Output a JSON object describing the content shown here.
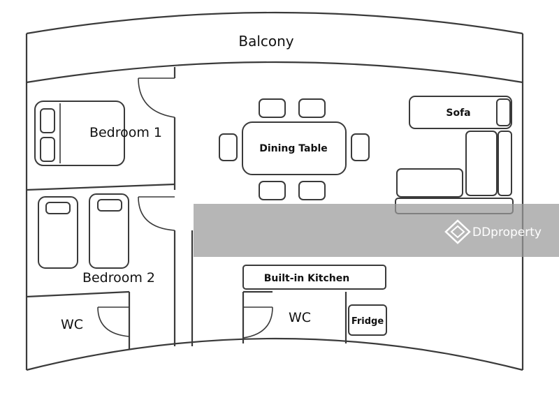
{
  "rooms": {
    "balcony": "Balcony",
    "bedroom1": "Bedroom 1",
    "bedroom2": "Bedroom 2",
    "wc_left": "WC",
    "wc_right": "WC"
  },
  "furniture": {
    "dining_table": "Dining Table",
    "sofa": "Sofa",
    "kitchen": "Built-in Kitchen",
    "fridge": "Fridge"
  },
  "watermark": {
    "brand": "DDproperty",
    "overlay_color": "#9a9a9a"
  }
}
